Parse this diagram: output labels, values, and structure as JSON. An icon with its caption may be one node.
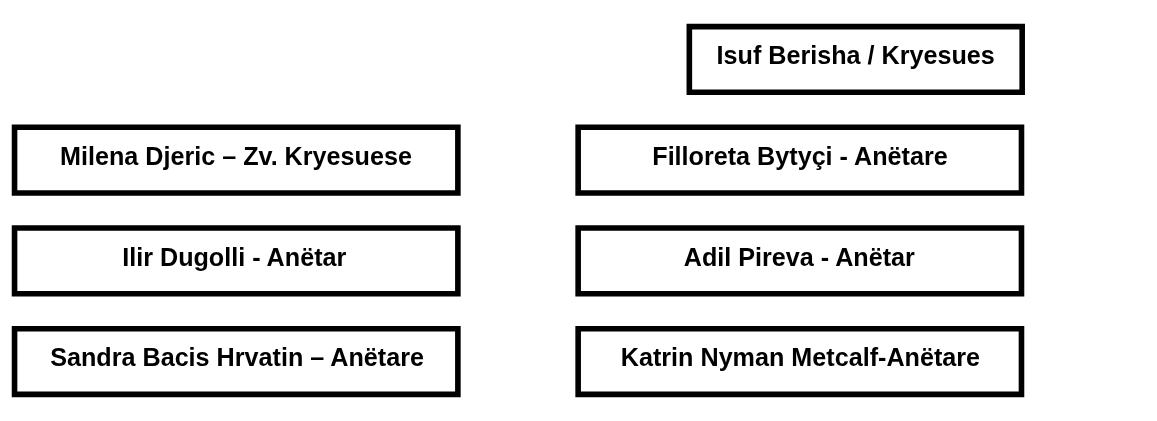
{
  "diagram": {
    "nodes": [
      {
        "text": [
          "Isuf Berisha / Kryesues"
        ]
      },
      {
        "text": [
          "Milena Djeric – Zv. Kryesuese"
        ]
      },
      {
        "text": [
          "Filloreta Bytyçi - Anëtare"
        ]
      },
      {
        "text": [
          "Ilir Dugolli - Anëtar"
        ]
      },
      {
        "text": [
          "Adil Pireva - Anëtar"
        ]
      },
      {
        "text": [
          "Sandra Bacis Hrvatin – Anëtare"
        ]
      },
      {
        "text": [
          "Katrin Nyman Metcalf-Anëtare"
        ]
      }
    ]
  }
}
